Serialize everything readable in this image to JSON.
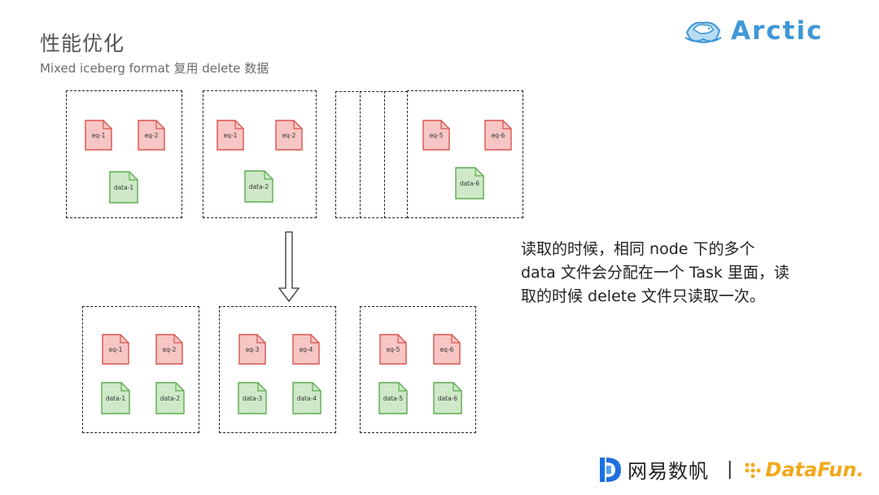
{
  "slide": {
    "title": "性能优化",
    "subtitle": "Mixed iceberg format 复用 delete 数据"
  },
  "brand": {
    "arctic": "Arctic",
    "netease": "网易数帆",
    "separator": "|",
    "datafun": "DataFun."
  },
  "description": {
    "lines": [
      "读取的时候，相同 node 下的多个",
      "data 文件会分配在一个 Task 里面，读",
      "取的时候 delete 文件只读取一次。"
    ]
  },
  "top_nodes": [
    {
      "eq": [
        "eq-1",
        "eq-2"
      ],
      "data": "data-1"
    },
    {
      "eq": [
        "eq-1",
        "eq-2"
      ],
      "data": "data-2"
    },
    {
      "eq": [
        "eq-5",
        "eq-6"
      ],
      "data": "data-6"
    }
  ],
  "bottom_tasks": [
    {
      "eq": [
        "eq-1",
        "eq-2"
      ],
      "data": [
        "data-1",
        "data-2"
      ]
    },
    {
      "eq": [
        "eq-3",
        "eq-4"
      ],
      "data": [
        "data-3",
        "data-4"
      ]
    },
    {
      "eq": [
        "eq-5",
        "eq-6"
      ],
      "data": [
        "data-5",
        "data-6"
      ]
    }
  ],
  "colors": {
    "eq_fill": "#f7c6c4",
    "eq_stroke": "#d9534f",
    "data_fill": "#cfe9c8",
    "data_stroke": "#5cab4f",
    "arctic_blue": "#3f97d6",
    "datafun_orange": "#f3a91b",
    "netease_blue": "#1f6fe0"
  }
}
